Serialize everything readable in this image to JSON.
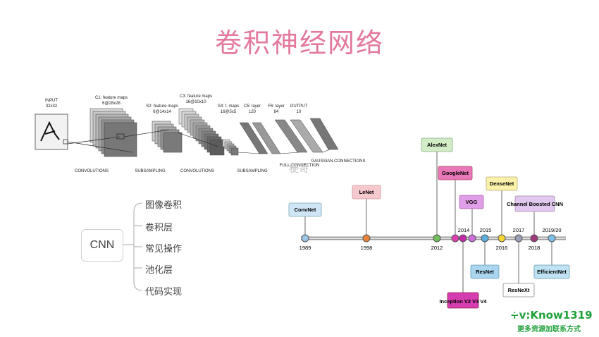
{
  "title": "卷积神经网络",
  "lenet": {
    "input_label": "INPUT",
    "input_size": "32x32",
    "c1_label": "C1: feature maps",
    "c1_size": "6@28x28",
    "s2_label": "S2: feature maps",
    "s2_size": "6@14x14",
    "c3_label": "C3: feature maps",
    "c3_size": "16@10x10",
    "s4_label": "S4: f. maps",
    "s4_size": "16@5x5",
    "c5_label": "C5: layer",
    "c5_size": "120",
    "f6_label": "F6: layer",
    "f6_size": "84",
    "output_label": "OUTPUT",
    "output_size": "10",
    "op_convolutions_1": "CONVOLUTIONS",
    "op_subsampling_1": "SUBSAMPLING",
    "op_convolutions_2": "CONVOLUTIONS",
    "op_subsampling_2": "SUBSAMPLING",
    "op_full_connection": "FULL CONNECTION",
    "op_gaussian": "GAUSSIAN CONNECTIONS",
    "watermark": "梗哥"
  },
  "mindmap": {
    "root": "CNN",
    "items": [
      "图像卷积",
      "卷积层",
      "常见操作",
      "池化层",
      "代码实现"
    ]
  },
  "timeline": {
    "years": [
      "1989",
      "1998",
      "2012",
      "2014",
      "2015",
      "2016",
      "2017",
      "2018",
      "2019/20"
    ],
    "models": [
      {
        "name": "ConvNet",
        "color": "#cfe6f7"
      },
      {
        "name": "LeNet",
        "color": "#f6c9cf"
      },
      {
        "name": "AlexNet",
        "color": "#d2ecc6"
      },
      {
        "name": "GoogleNet",
        "color": "#e878b7"
      },
      {
        "name": "VGG",
        "color": "#e19ee8"
      },
      {
        "name": "Inception V2 V3 V4",
        "color": "#d63db0"
      },
      {
        "name": "ResNet",
        "color": "#a9d5ef"
      },
      {
        "name": "DenseNet",
        "color": "#fbf1a8"
      },
      {
        "name": "ResNeXt",
        "color": "#ffffff"
      },
      {
        "name": "Channel Boosted CNN",
        "color": "#e0c8ee"
      },
      {
        "name": "EfficientNet",
        "color": "#bfe3f4"
      }
    ]
  },
  "wechat": {
    "line1": "+v:Know1319",
    "line2": "更多资源加联系方式"
  }
}
